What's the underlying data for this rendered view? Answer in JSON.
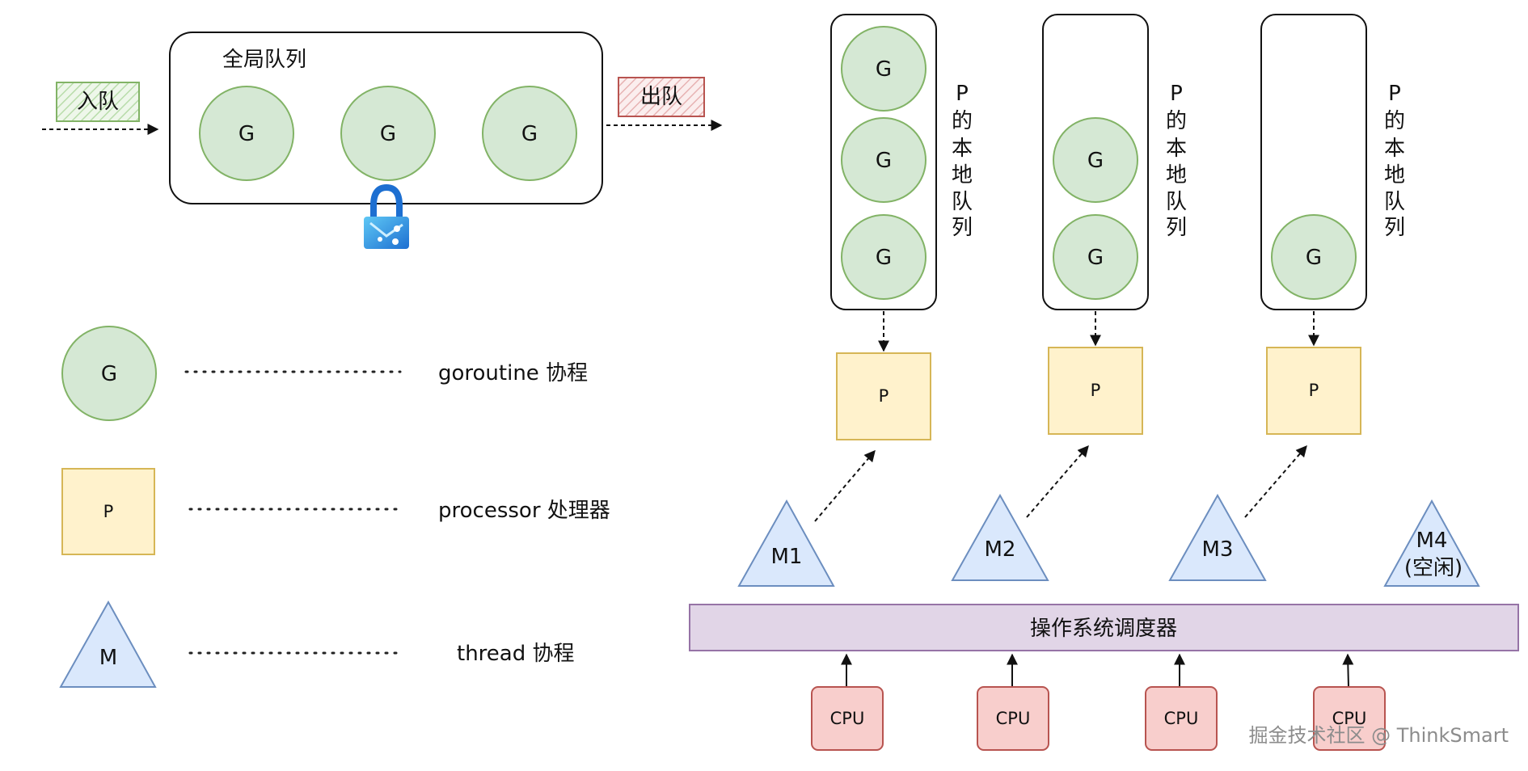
{
  "global_queue": {
    "title": "全局队列",
    "g_label": "G",
    "enqueue_label": "入队",
    "dequeue_label": "出队"
  },
  "legend": {
    "g_symbol": "G",
    "g_desc": "goroutine 协程",
    "p_symbol": "P",
    "p_desc": "processor 处理器",
    "m_symbol": "M",
    "m_desc": "thread 协程"
  },
  "local_queues": [
    {
      "label": [
        "P",
        "的",
        "本",
        "地",
        "队",
        "列"
      ],
      "g_count": 3
    },
    {
      "label": [
        "P",
        "的",
        "本",
        "地",
        "队",
        "列"
      ],
      "g_count": 2
    },
    {
      "label": [
        "P",
        "的",
        "本",
        "地",
        "队",
        "列"
      ],
      "g_count": 1
    }
  ],
  "processor_label": "P",
  "threads": [
    {
      "label": "M1",
      "sub": ""
    },
    {
      "label": "M2",
      "sub": ""
    },
    {
      "label": "M3",
      "sub": ""
    },
    {
      "label": "M4",
      "sub": "(空闲)"
    }
  ],
  "os_scheduler": {
    "label": "操作系统调度器"
  },
  "cpus": [
    "CPU",
    "CPU",
    "CPU",
    "CPU"
  ],
  "watermark": "掘金技术社区 @ ThinkSmart",
  "colors": {
    "g_fill": "#d5e8d4",
    "g_stroke": "#82b366",
    "p_fill": "#fff2cc",
    "p_stroke": "#d6b656",
    "m_fill": "#dae8fc",
    "m_stroke": "#6c8ebf",
    "sched_fill": "#e1d5e7",
    "sched_stroke": "#9673a6",
    "cpu_fill": "#f8cecc",
    "cpu_stroke": "#b85450",
    "lock_body": "#2b9be0"
  }
}
